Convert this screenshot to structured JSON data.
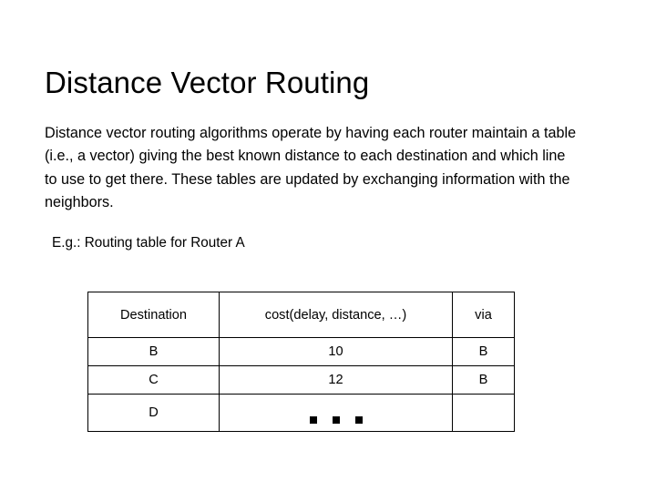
{
  "slide": {
    "title": "Distance Vector Routing",
    "body": "Distance vector routing algorithms operate by having each router maintain a table (i.e., a vector) giving the best known distance to each destination and which line to use to get there. These tables are updated by exchanging information with the neighbors.",
    "example_caption": "E.g.: Routing table for Router A",
    "background_color": "#ffffff",
    "text_color": "#000000"
  },
  "routing_table": {
    "columns": [
      "Destination",
      "cost(delay, distance, …)",
      "via"
    ],
    "rows": [
      {
        "destination": "B",
        "cost": "10",
        "via": "B"
      },
      {
        "destination": "C",
        "cost": "12",
        "via": "B"
      },
      {
        "destination": "D",
        "cost": "",
        "via": ""
      }
    ],
    "ellipsis_marker": "square-bullet-icon",
    "ellipsis_count": 3,
    "border_color": "#000000"
  }
}
